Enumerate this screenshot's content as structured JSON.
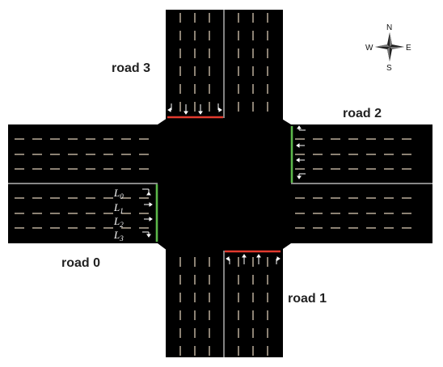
{
  "roads": [
    {
      "id": "road-0",
      "label": "road 0",
      "signal": "green"
    },
    {
      "id": "road-1",
      "label": "road 1",
      "signal": "red"
    },
    {
      "id": "road-2",
      "label": "road 2",
      "signal": "green"
    },
    {
      "id": "road-3",
      "label": "road 3",
      "signal": "red"
    }
  ],
  "lanes": [
    {
      "letter": "L",
      "sub": "0"
    },
    {
      "letter": "L",
      "sub": "1"
    },
    {
      "letter": "L",
      "sub": "2"
    },
    {
      "letter": "L",
      "sub": "3"
    }
  ],
  "compass": {
    "north": "N",
    "south": "S",
    "east": "E",
    "west": "W"
  },
  "colors": {
    "road": "#000000",
    "lane_marking": "#e8d8c0",
    "curb": "#d9d9d9",
    "signal_green": "#5cb84a",
    "signal_red": "#e23a2e",
    "arrow": "#ffffff",
    "background": "#ffffff"
  }
}
